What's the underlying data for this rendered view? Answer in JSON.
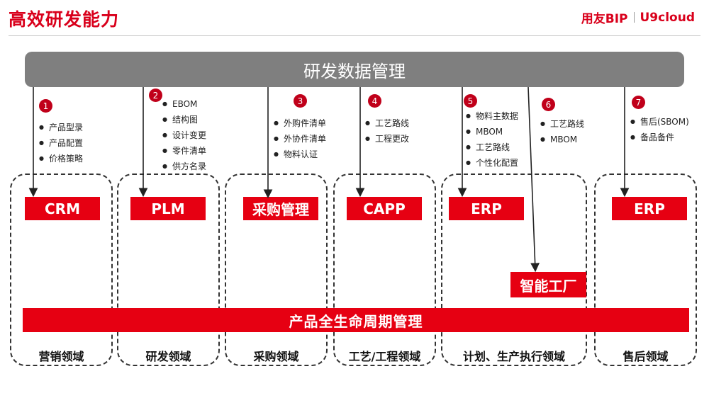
{
  "title": "高效研发能力",
  "brand": {
    "left": "用友BIP",
    "right": "U9cloud"
  },
  "top_bar": "研发数据管理",
  "lifecycle_bar": "产品全生命周期管理",
  "smart_factory": "智能工厂",
  "systems": [
    "CRM",
    "PLM",
    "采购管理",
    "CAPP",
    "ERP",
    "ERP"
  ],
  "domains": [
    "营销领域",
    "研发领域",
    "采购领域",
    "工艺/工程领域",
    "计划、生产执行领域",
    "售后领域"
  ],
  "groups": [
    {
      "num": "1",
      "items": [
        "产品型录",
        "产品配置",
        "价格策略"
      ]
    },
    {
      "num": "2",
      "items": [
        "EBOM",
        "结构图",
        "设计变更",
        "零件清单",
        "供方名录"
      ]
    },
    {
      "num": "3",
      "items": [
        "外购件清单",
        "外协件清单",
        "物料认证"
      ]
    },
    {
      "num": "4",
      "items": [
        "工艺路线",
        "工程更改"
      ]
    },
    {
      "num": "5",
      "items": [
        "物料主数据",
        "MBOM",
        "工艺路线",
        "个性化配置"
      ]
    },
    {
      "num": "6",
      "items": [
        "工艺路线",
        "MBOM"
      ]
    },
    {
      "num": "7",
      "items": [
        "售后(SBOM)",
        "备品备件"
      ]
    }
  ],
  "colors": {
    "accent": "#e60012",
    "bar": "#7f7f7f"
  }
}
